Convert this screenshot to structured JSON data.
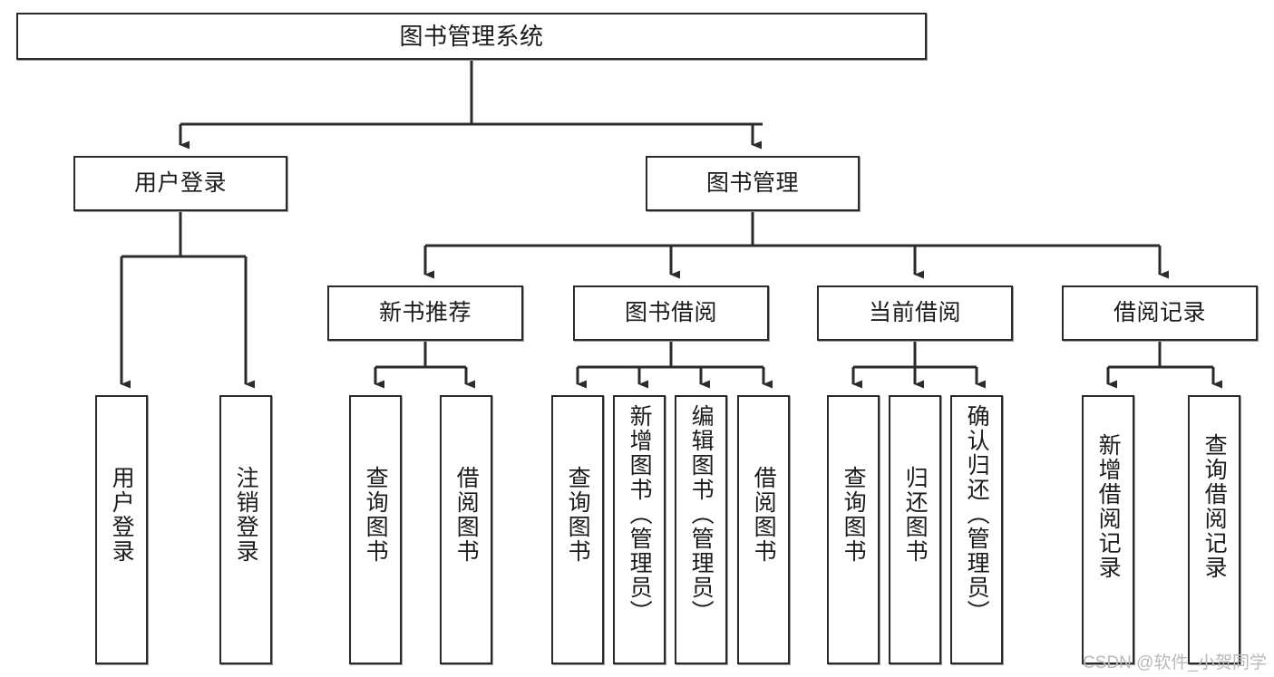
{
  "diagram": {
    "title": "图书管理系统",
    "type": "hierarchy-tree",
    "orientation": "top-down",
    "colors": {
      "box_border": "#2b2b2b",
      "box_fill": "#ffffff",
      "edge": "#2b2b2b",
      "text": "#1b1b1b",
      "watermark": "#b9b9b9"
    },
    "levels": {
      "level1": [
        "图书管理系统"
      ],
      "level2": [
        "用户登录",
        "图书管理"
      ],
      "level3": [
        "新书推荐",
        "图书借阅",
        "当前借阅",
        "借阅记录"
      ],
      "level4": [
        "用户登录",
        "注销登录",
        "查询图书",
        "借阅图书",
        "查询图书",
        "新增图书（管理员）",
        "编辑图书（管理员）",
        "借阅图书",
        "查询图书",
        "归还图书",
        "确认归还（管理员）",
        "新增借阅记录",
        "查询借阅记录"
      ]
    },
    "nodes": {
      "root": {
        "label": "图书管理系统"
      },
      "user_login": {
        "label": "用户登录"
      },
      "book_manage": {
        "label": "图书管理"
      },
      "new_book_rec": {
        "label": "新书推荐"
      },
      "book_borrow": {
        "label": "图书借阅"
      },
      "current_borrow": {
        "label": "当前借阅"
      },
      "borrow_record": {
        "label": "借阅记录"
      },
      "leaf_user_login": {
        "label": "用户登录"
      },
      "leaf_logout": {
        "label": "注销登录"
      },
      "leaf_query_book_1": {
        "label": "查询图书"
      },
      "leaf_borrow_book_1": {
        "label": "借阅图书"
      },
      "leaf_query_book_2": {
        "label": "查询图书"
      },
      "leaf_add_book_admin": {
        "label": "新增图书（管理员）"
      },
      "leaf_edit_book_admin": {
        "label": "编辑图书（管理员）"
      },
      "leaf_borrow_book_2": {
        "label": "借阅图书"
      },
      "leaf_query_book_3": {
        "label": "查询图书"
      },
      "leaf_return_book": {
        "label": "归还图书"
      },
      "leaf_confirm_return_admin": {
        "label": "确认归还（管理员）"
      },
      "leaf_add_borrow_record": {
        "label": "新增借阅记录"
      },
      "leaf_query_borrow_record": {
        "label": "查询借阅记录"
      }
    }
  },
  "watermark": {
    "text": "CSDN @软件_小贺同学"
  }
}
